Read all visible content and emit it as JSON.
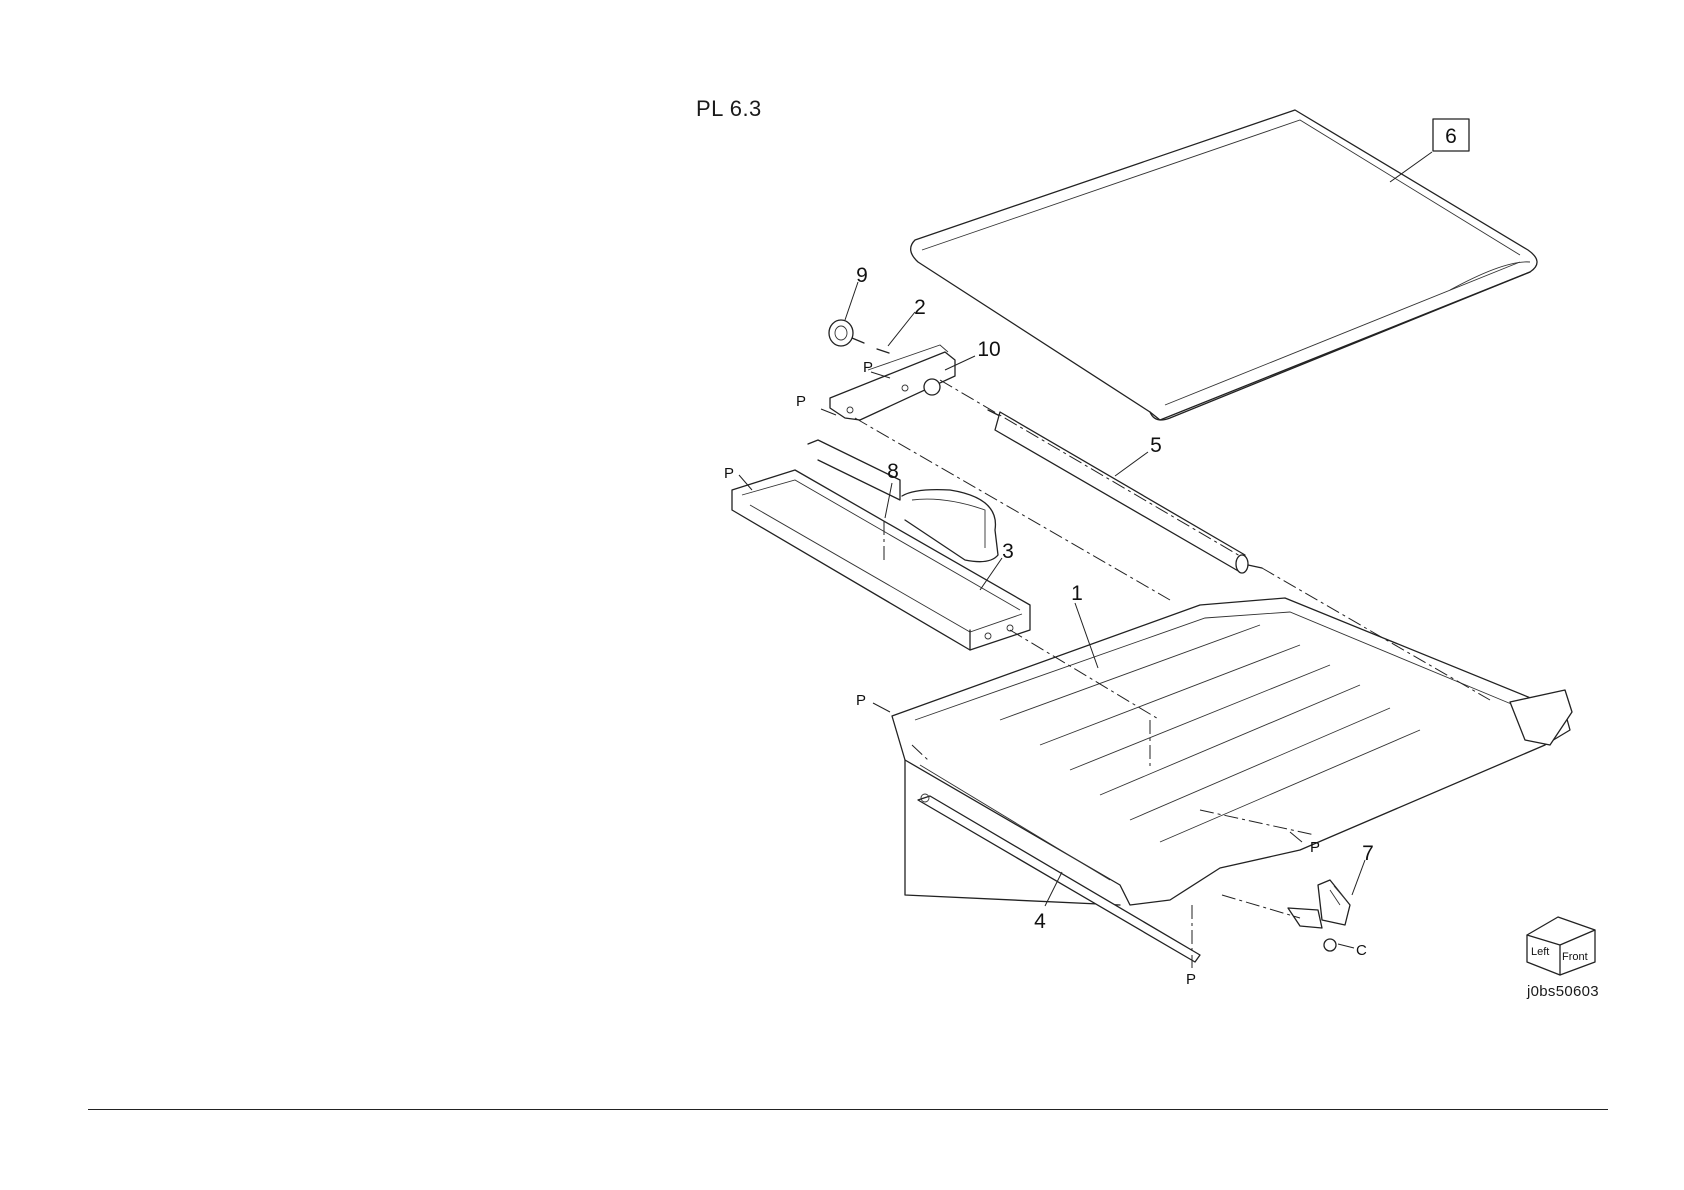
{
  "page": {
    "title": "PL 6.3"
  },
  "callouts": [
    {
      "id": "1",
      "label": "1"
    },
    {
      "id": "2",
      "label": "2"
    },
    {
      "id": "3",
      "label": "3"
    },
    {
      "id": "4",
      "label": "4"
    },
    {
      "id": "5",
      "label": "5"
    },
    {
      "id": "6",
      "label": "6",
      "boxed": true
    },
    {
      "id": "7",
      "label": "7"
    },
    {
      "id": "8",
      "label": "8"
    },
    {
      "id": "9",
      "label": "9"
    },
    {
      "id": "10",
      "label": "10"
    }
  ],
  "fastener_tags": {
    "screw": "P",
    "clip": "C"
  },
  "orientation_cube": {
    "left": "Left",
    "front": "Front"
  },
  "figure_code": "j0bs50603"
}
